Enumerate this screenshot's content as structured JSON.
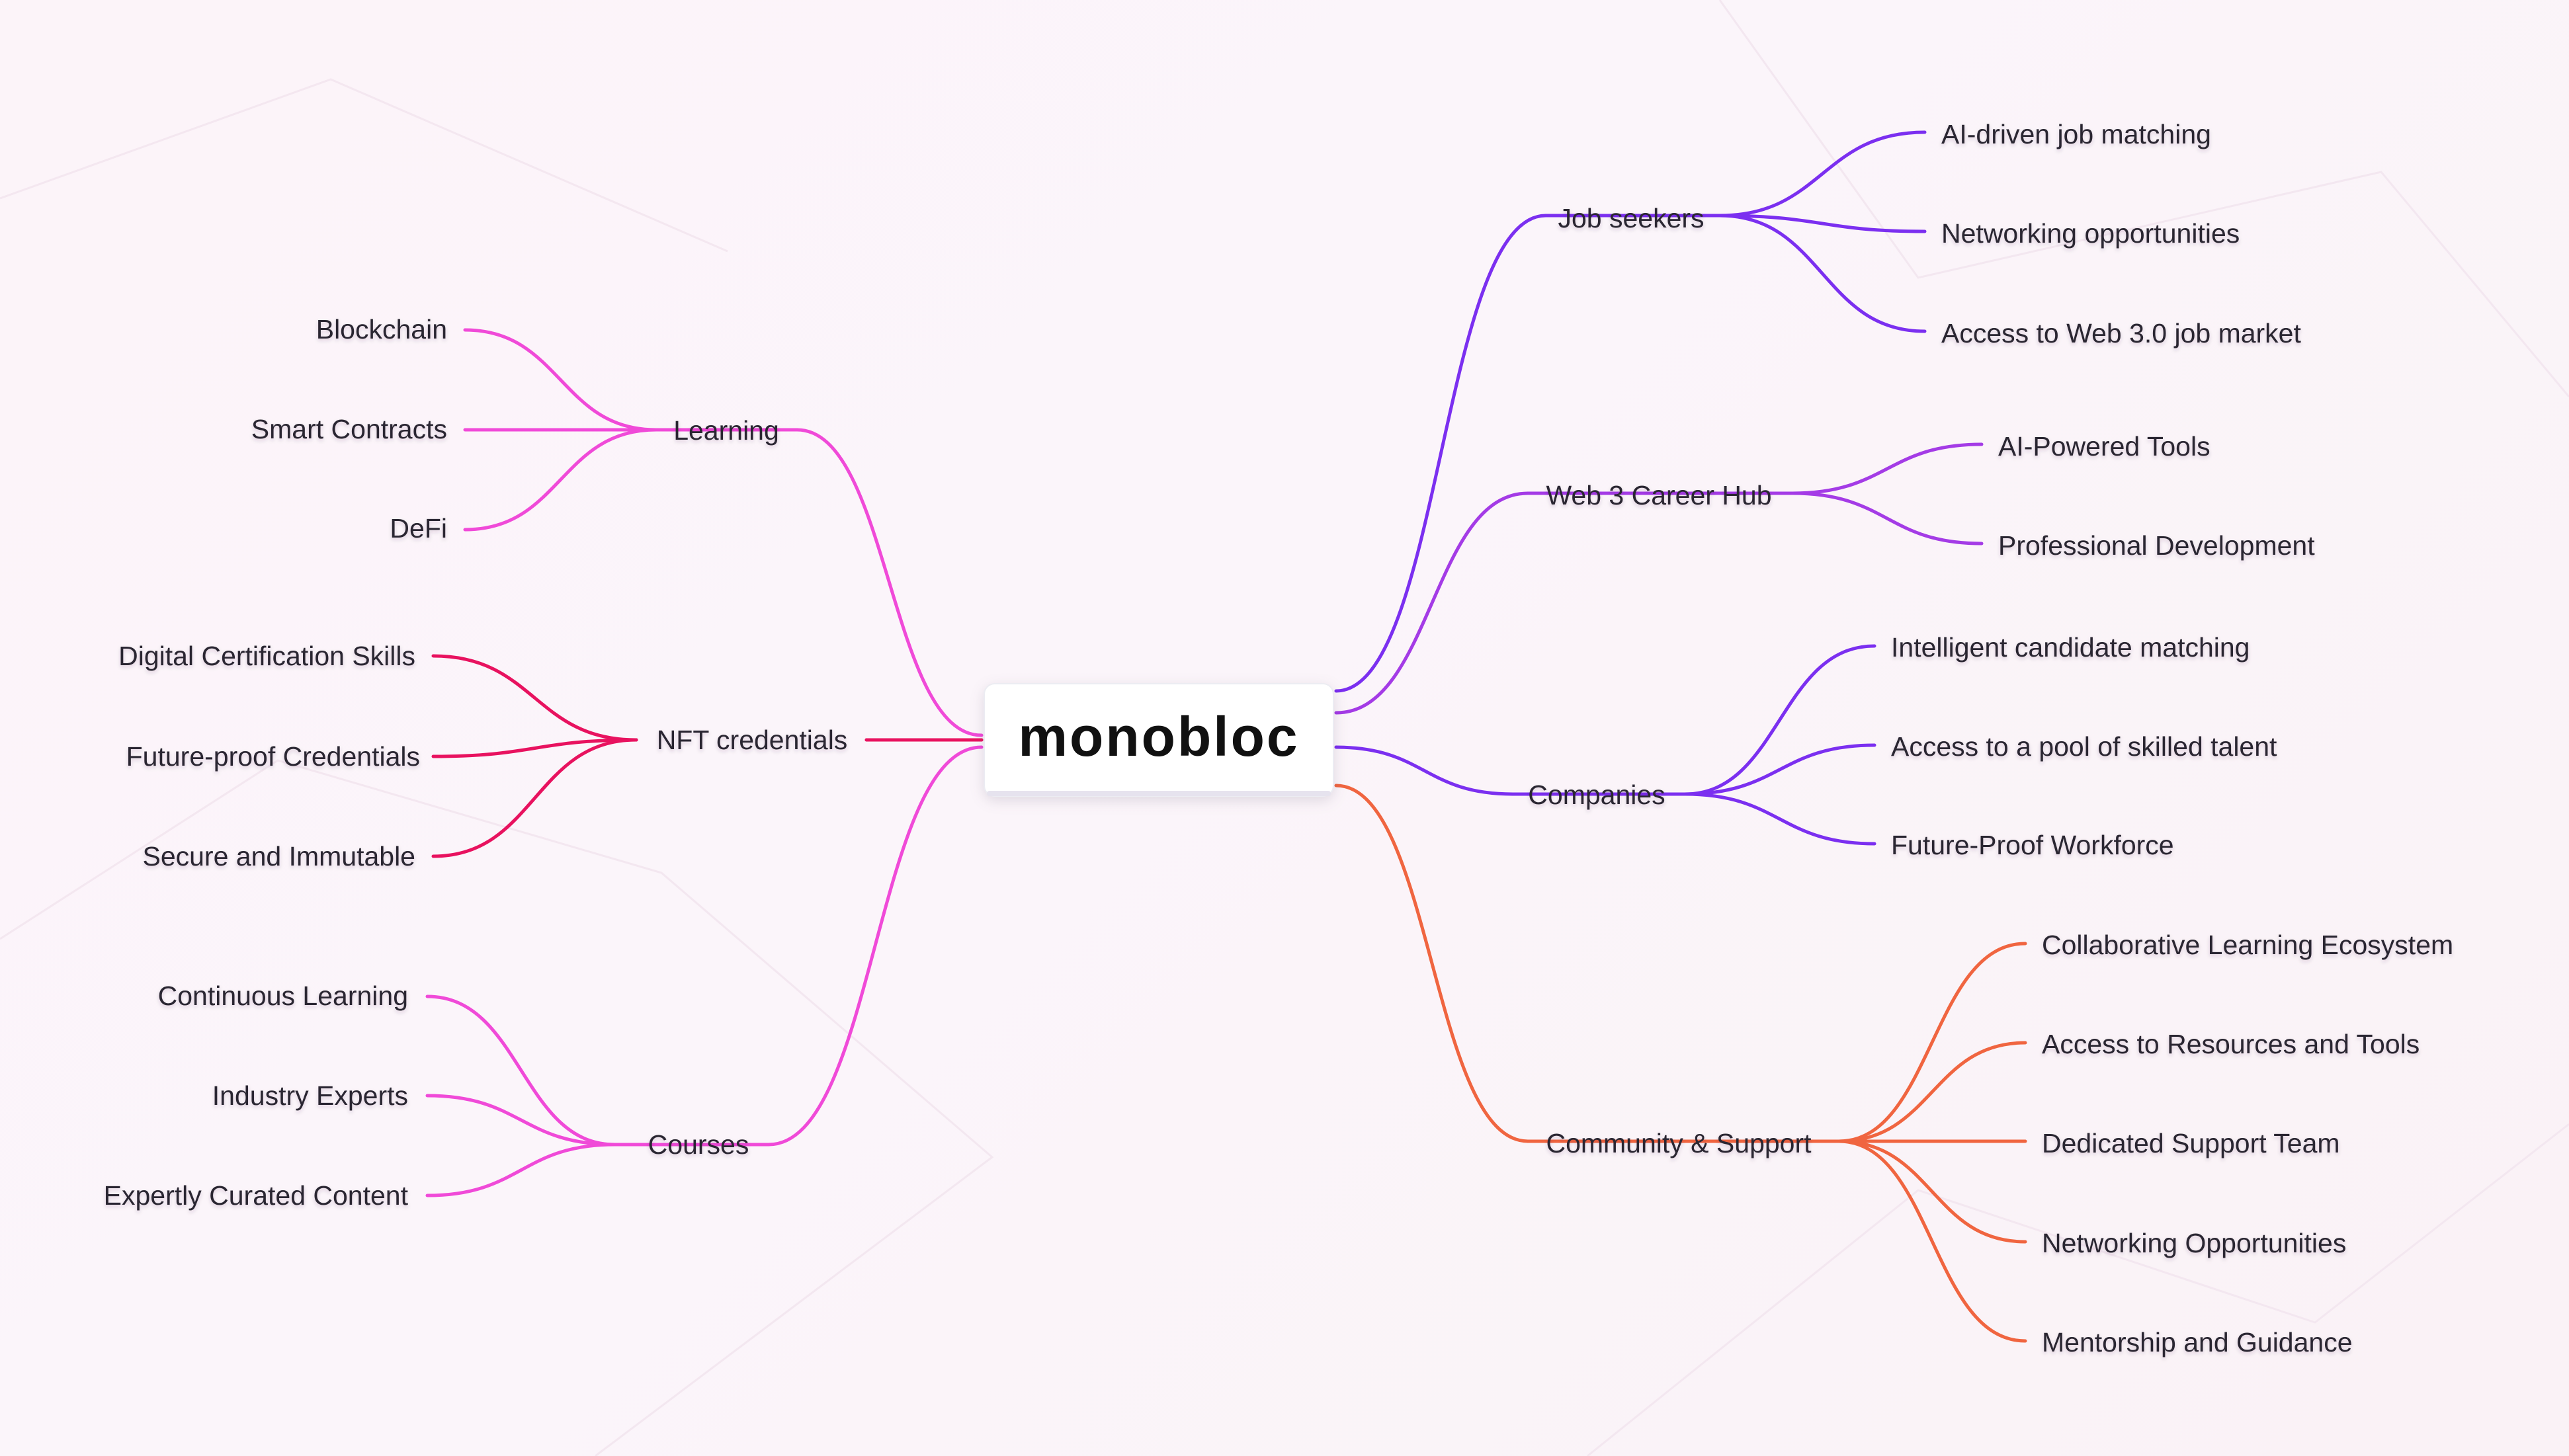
{
  "central": {
    "label": "monobloc"
  },
  "colors": {
    "background": "#fcf4f9",
    "pink": "#f04ad8",
    "crimson": "#e8125f",
    "violet": "#7b2ff0",
    "purple": "#a43be6",
    "orange": "#f06540",
    "text": "#2a2730"
  },
  "branches": {
    "learning": {
      "label": "Learning",
      "color": "#f04ad8",
      "children": [
        "Blockchain",
        "Smart Contracts",
        "DeFi"
      ]
    },
    "nft": {
      "label": "NFT credentials",
      "color": "#e8125f",
      "children": [
        "Digital Certification Skills",
        "Future-proof Credentials",
        "Secure and Immutable"
      ]
    },
    "courses": {
      "label": "Courses",
      "color": "#f04ad8",
      "children": [
        "Continuous Learning",
        "Industry Experts",
        "Expertly Curated Content"
      ]
    },
    "jobseekers": {
      "label": "Job seekers",
      "color": "#7b2ff0",
      "children": [
        "AI-driven job matching",
        "Networking opportunities",
        "Access to Web 3.0 job market"
      ]
    },
    "careerhub": {
      "label": "Web 3 Career Hub",
      "color": "#a43be6",
      "children": [
        "AI-Powered Tools",
        "Professional Development"
      ]
    },
    "companies": {
      "label": "Companies",
      "color": "#7b2ff0",
      "children": [
        "Intelligent candidate matching",
        "Access to a pool of skilled talent",
        "Future-Proof Workforce"
      ]
    },
    "community": {
      "label": "Community & Support",
      "color": "#f06540",
      "children": [
        "Collaborative Learning Ecosystem",
        "Access to Resources and Tools",
        "Dedicated Support Team",
        "Networking Opportunities",
        "Mentorship and Guidance"
      ]
    }
  }
}
